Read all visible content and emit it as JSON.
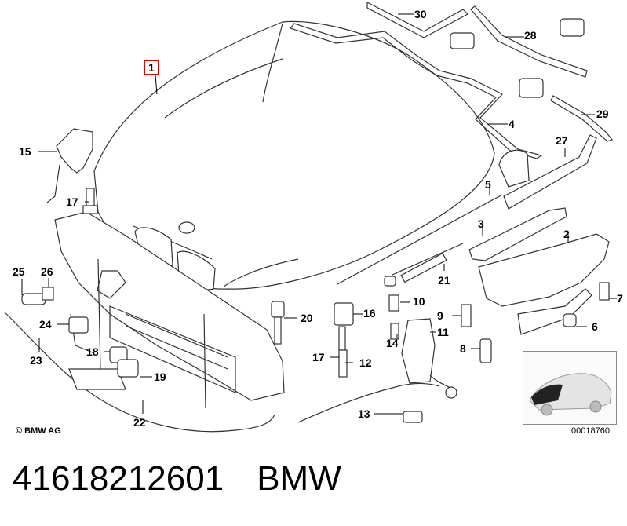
{
  "diagram": {
    "highlighted_part": "1",
    "part_numbers": [
      "30",
      "28",
      "4",
      "29",
      "27",
      "5",
      "15",
      "17",
      "3",
      "2",
      "21",
      "25",
      "26",
      "7",
      "10",
      "24",
      "20",
      "16",
      "9",
      "6",
      "11",
      "14",
      "18",
      "17",
      "12",
      "19",
      "8",
      "23",
      "13",
      "22"
    ],
    "copyright": "© BMW AG",
    "catalog_number": "00018760"
  },
  "footer": {
    "part_number": "41618212601",
    "brand": "BMW"
  }
}
